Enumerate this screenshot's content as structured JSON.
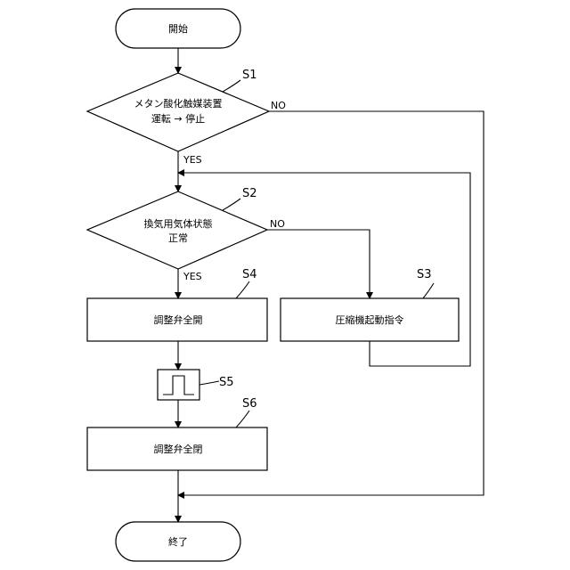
{
  "nodes": {
    "start": {
      "text": "開始"
    },
    "s1": {
      "step": "S1",
      "line1": "メタン酸化触媒装置",
      "line2": "運転 → 停止"
    },
    "s2": {
      "step": "S2",
      "line1": "換気用気体状態",
      "line2": "正常"
    },
    "s3": {
      "step": "S3",
      "text": "圧縮機起動指令"
    },
    "s4": {
      "step": "S4",
      "text": "調整弁全開"
    },
    "s5": {
      "step": "S5"
    },
    "s6": {
      "step": "S6",
      "text": "調整弁全閉"
    },
    "end": {
      "text": "終了"
    }
  },
  "edges": {
    "s1_no": "NO",
    "s1_yes": "YES",
    "s2_no": "NO",
    "s2_yes": "YES"
  }
}
